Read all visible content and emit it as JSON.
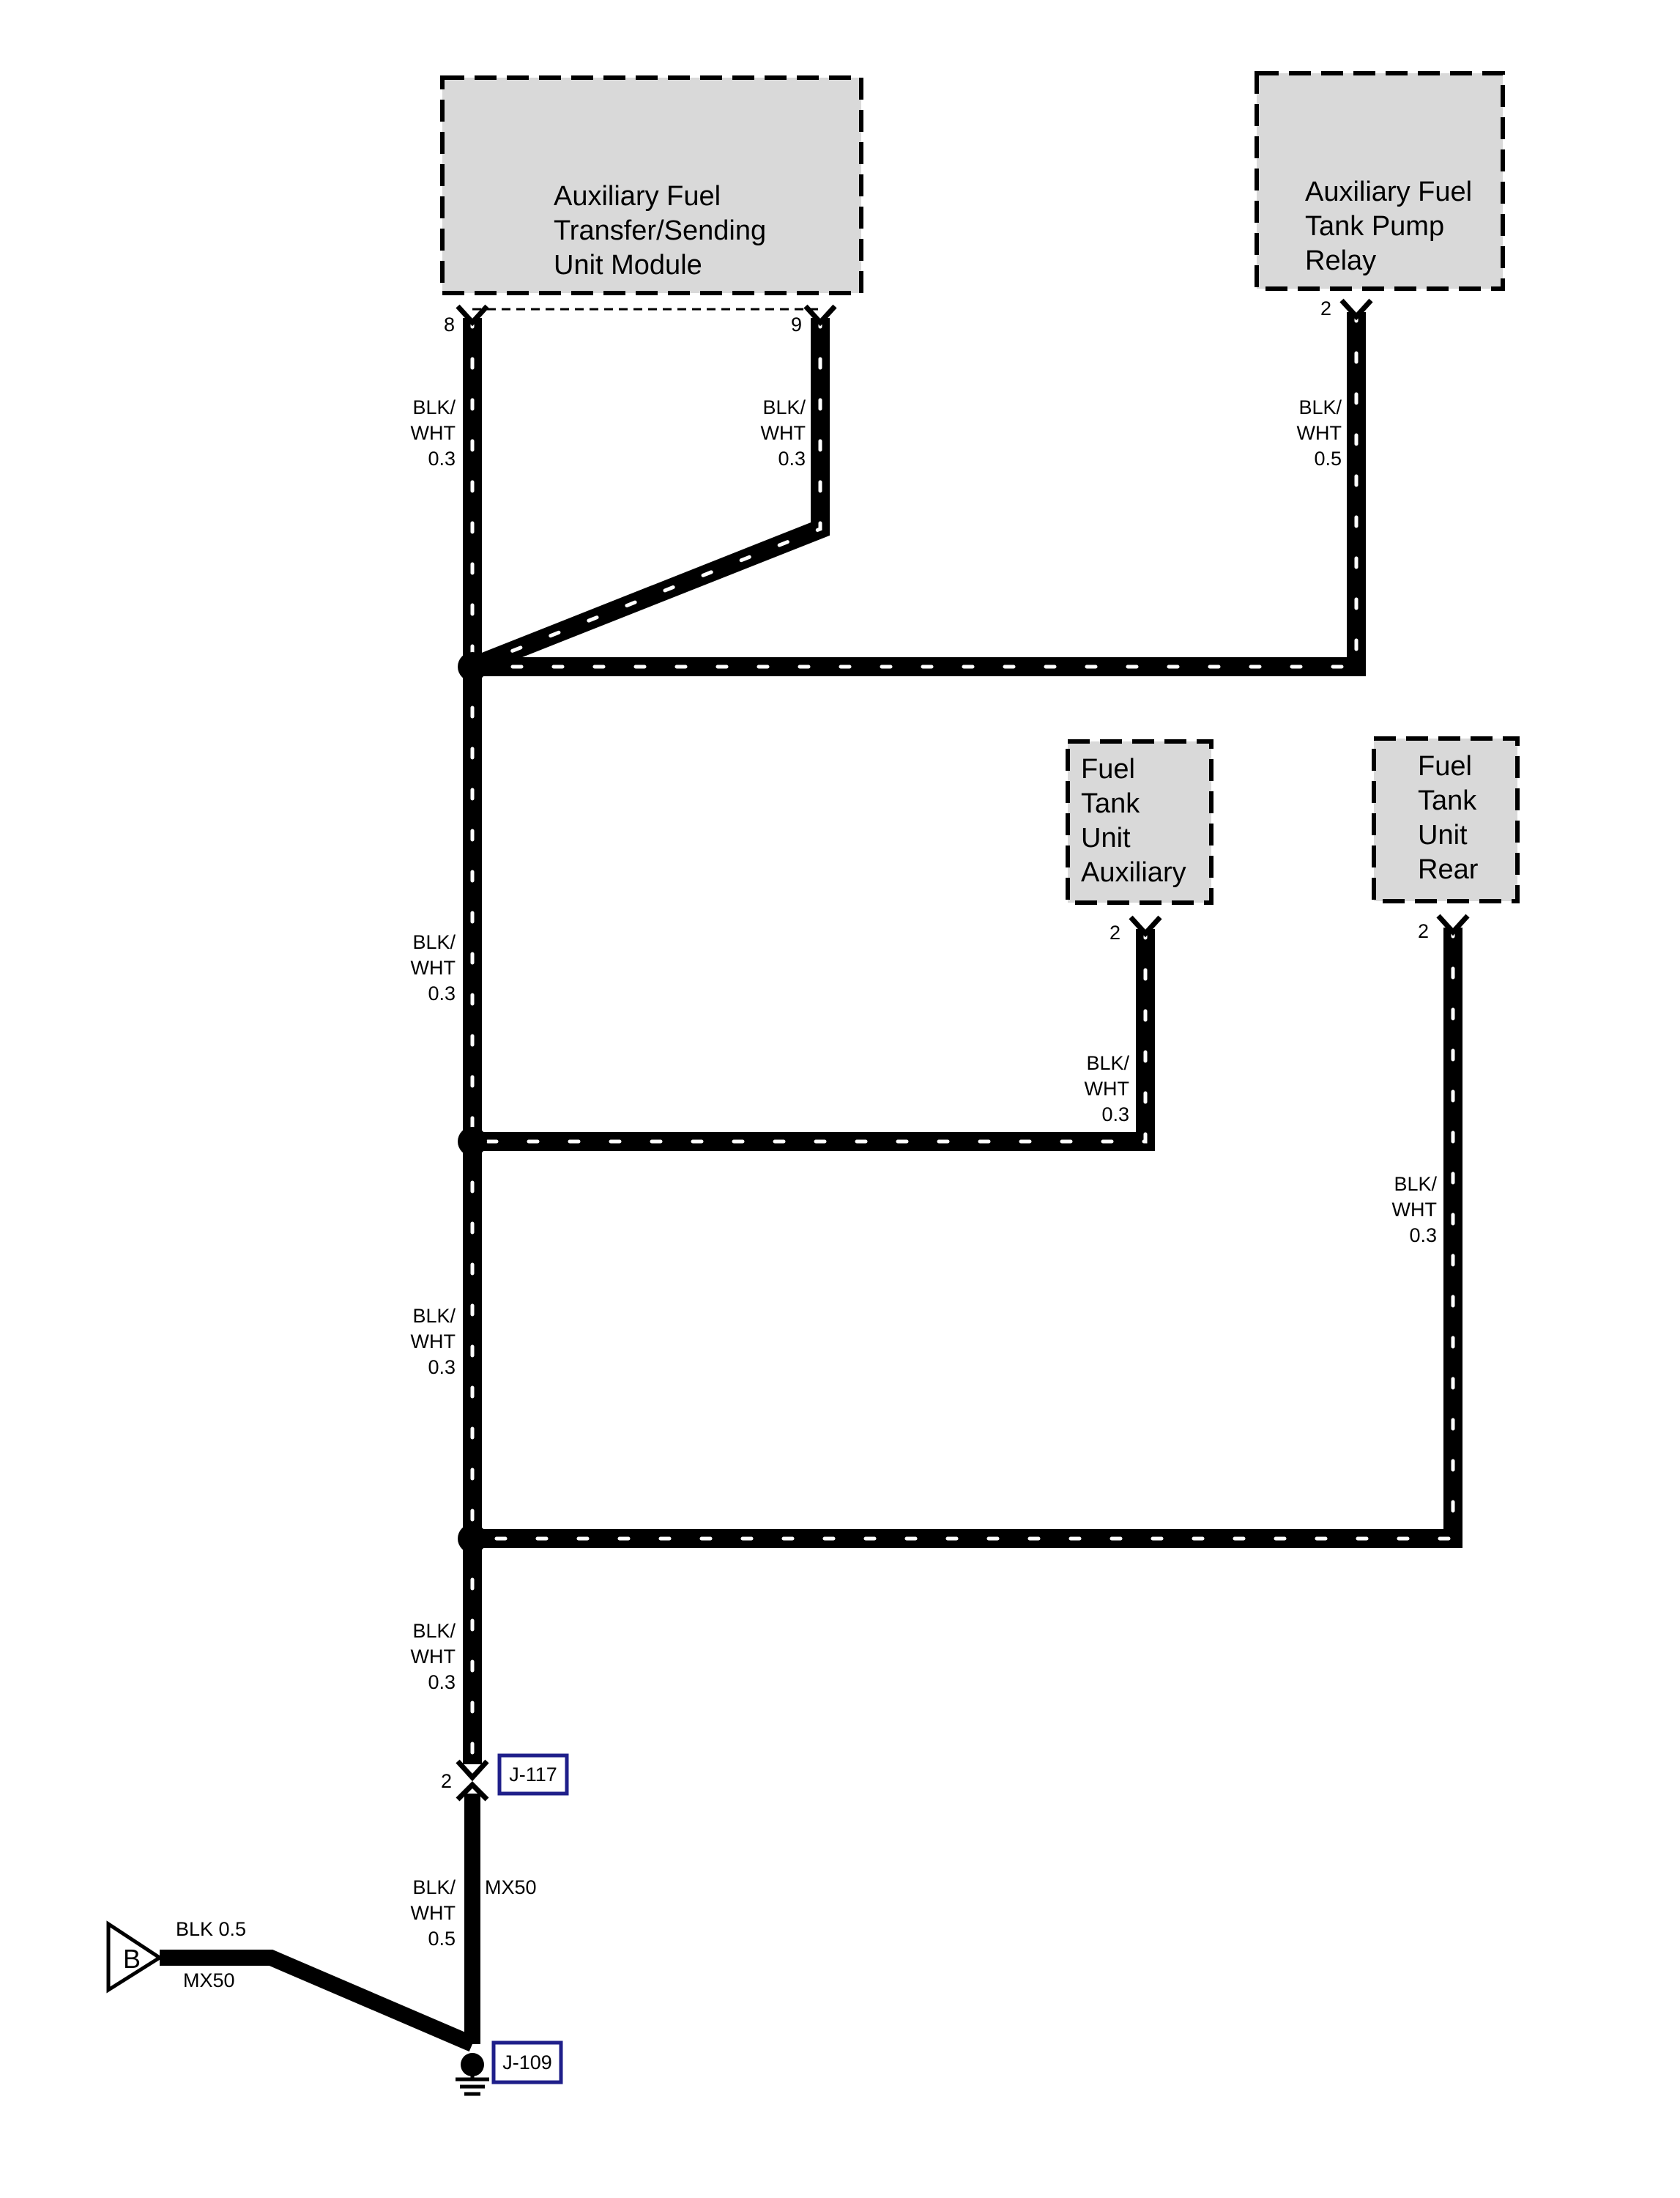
{
  "components": {
    "aux_transfer_module": {
      "lines": [
        "Auxiliary Fuel",
        "Transfer/Sending",
        "Unit Module"
      ],
      "pins": [
        "8",
        "9"
      ]
    },
    "aux_pump_relay": {
      "lines": [
        "Auxiliary Fuel",
        "Tank Pump",
        "Relay"
      ],
      "pin": "2"
    },
    "fuel_tank_unit_aux": {
      "lines": [
        "Fuel",
        "Tank",
        "Unit",
        "Auxiliary"
      ],
      "pin": "2"
    },
    "fuel_tank_unit_rear": {
      "lines": [
        "Fuel",
        "Tank",
        "Unit",
        "Rear"
      ],
      "pin": "2"
    }
  },
  "wire_labels": {
    "pin8": [
      "BLK/",
      "WHT",
      "0.3"
    ],
    "pin9": [
      "BLK/",
      "WHT",
      "0.3"
    ],
    "relay": [
      "BLK/",
      "WHT",
      "0.5"
    ],
    "trunk1": [
      "BLK/",
      "WHT",
      "0.3"
    ],
    "aux_unit": [
      "BLK/",
      "WHT",
      "0.3"
    ],
    "trunk2": [
      "BLK/",
      "WHT",
      "0.3"
    ],
    "rear_unit": [
      "BLK/",
      "WHT",
      "0.3"
    ],
    "trunk3": [
      "BLK/",
      "WHT",
      "0.3"
    ],
    "lower": [
      "BLK/",
      "WHT",
      "0.5"
    ],
    "lower_harness": "MX50",
    "ground_feed": "BLK 0.5",
    "ground_feed_harness": "MX50"
  },
  "connector_j117": {
    "pin": "2",
    "ref": "J-117"
  },
  "ground": {
    "ref": "J-109"
  },
  "offpage": {
    "letter": "B"
  }
}
